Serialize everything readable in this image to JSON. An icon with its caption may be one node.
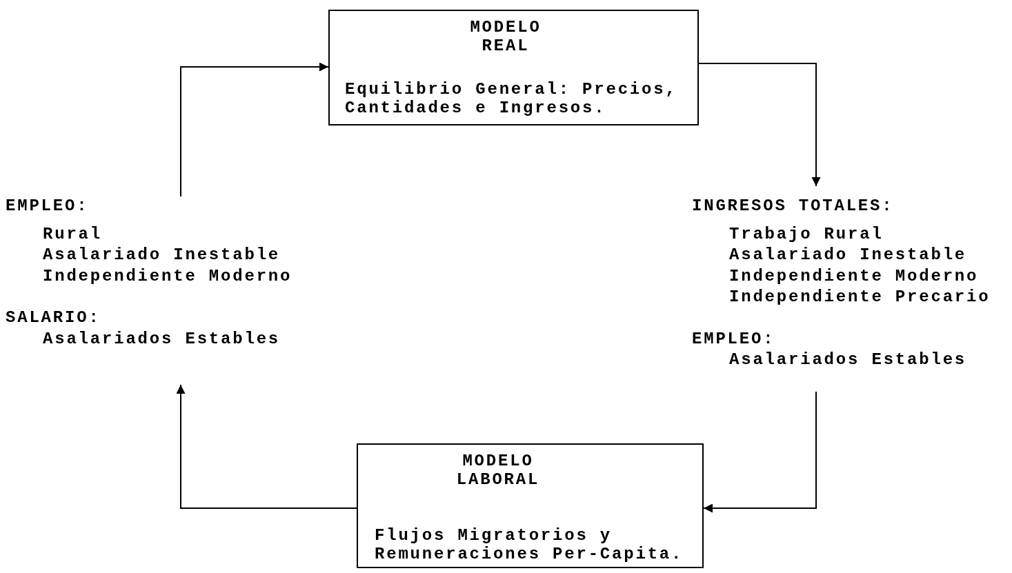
{
  "diagram": {
    "nodes": [
      {
        "text": [
          "MODELO REAL",
          "Equilibrio General: Precios, Cantidades e Ingresos."
        ]
      },
      {
        "text": [
          "EMPLEO:",
          "Rural",
          "Asalariado Inestable",
          "Independiente Moderno",
          "SALARIO:",
          "Asalariados Estables"
        ]
      },
      {
        "text": [
          "INGRESOS TOTALES:",
          "Trabajo Rural",
          "Asalariado Inestable",
          "Independiente Moderno",
          "Independiente Precario",
          "EMPLEO:",
          "Asalariados Estables"
        ]
      },
      {
        "text": [
          "MODELO LABORAL",
          "Flujos Migratorios y Remuneraciones Per-Capita."
        ]
      }
    ],
    "edges": [
      {
        "from": 0,
        "to": 2,
        "arrow": "to"
      },
      {
        "from": 2,
        "to": 3,
        "arrow": "to"
      },
      {
        "from": 3,
        "to": 1,
        "arrow": "to"
      },
      {
        "from": 1,
        "to": 0,
        "arrow": "to"
      }
    ]
  }
}
